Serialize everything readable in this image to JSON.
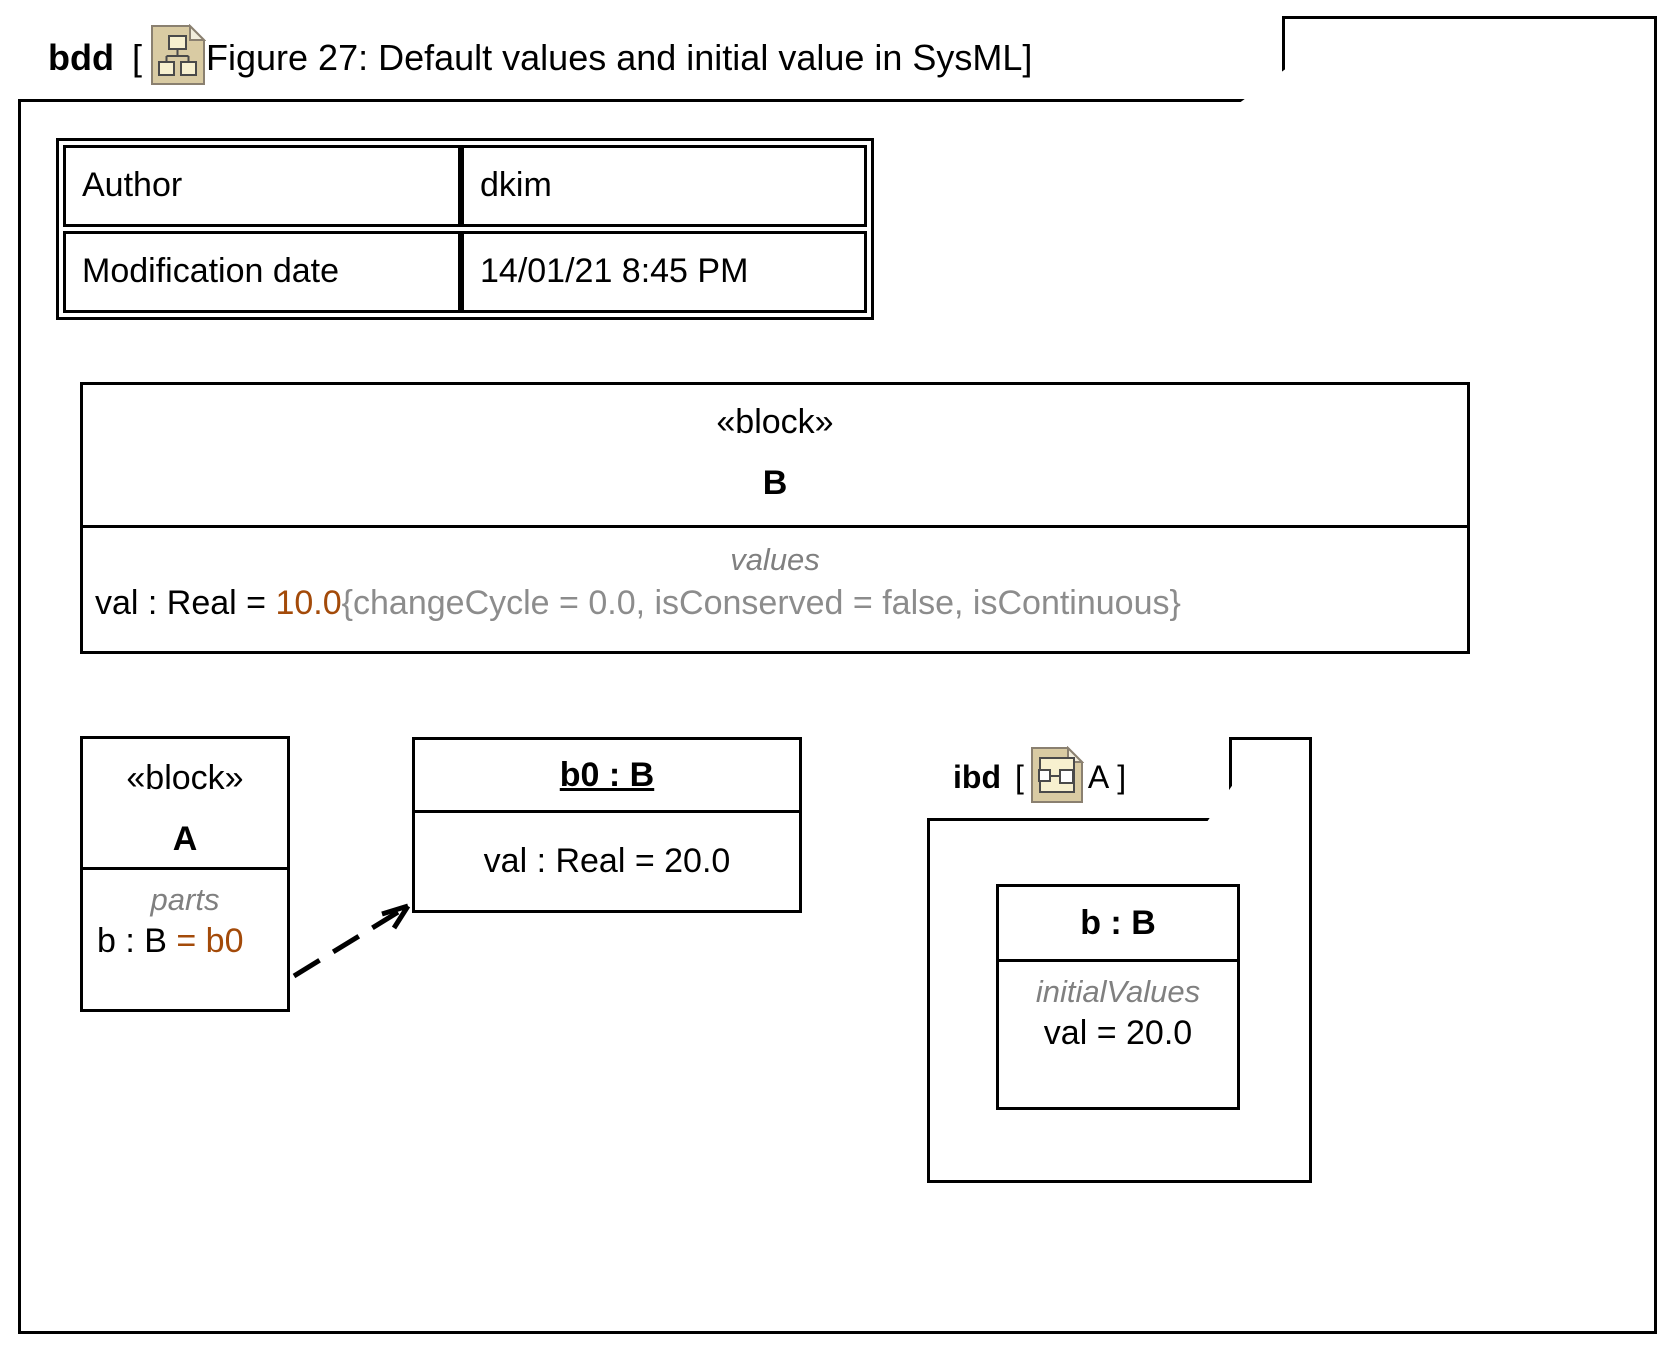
{
  "frame": {
    "kind": "bdd",
    "bracket_open": "[",
    "icon": "bdd-diagram-icon",
    "title": "Figure 27: Default values and initial value in SysML]"
  },
  "metadata": {
    "rows": [
      {
        "key": "Author",
        "value": "dkim"
      },
      {
        "key": "Modification date",
        "value": "14/01/21 8:45 PM"
      }
    ]
  },
  "block_b": {
    "stereotype": "«block»",
    "name": "B",
    "compartment_label": "values",
    "feature": {
      "declaration": "val : Real = ",
      "default_value": "10.0",
      "constraint": "{changeCycle = 0.0, isConserved = false, isContinuous}"
    }
  },
  "block_a": {
    "stereotype": "«block»",
    "name": "A",
    "compartment_label": "parts",
    "feature": {
      "declaration": "b : B ",
      "default_value": "= b0"
    }
  },
  "instance_b0": {
    "name": "b0 : B",
    "feature": "val : Real = 20.0"
  },
  "ibd": {
    "kind": "ibd",
    "bracket_open": "[",
    "icon": "ibd-diagram-icon",
    "title": "A",
    "bracket_close": "]",
    "part": {
      "name": "b : B",
      "compartment_label": "initialValues",
      "feature": "val = 20.0"
    }
  },
  "colors": {
    "line": "#000000",
    "default_value": "#a34a09",
    "constraint": "#8c8c8c",
    "compartment_label": "#808080",
    "icon_fill": "#d9cba3",
    "icon_inner": "#f5eec8"
  }
}
